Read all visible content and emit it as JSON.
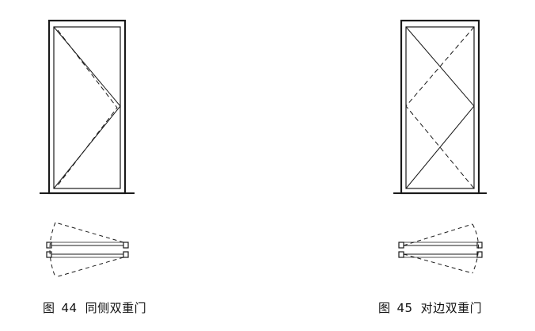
{
  "figures": [
    {
      "id": "fig44",
      "fig_label": "图",
      "number": "44",
      "title": "同侧双重门"
    },
    {
      "id": "fig45",
      "fig_label": "图",
      "number": "45",
      "title": "对边双重门"
    }
  ],
  "colors": {
    "line": "#1a1a1a",
    "background": "#ffffff"
  }
}
